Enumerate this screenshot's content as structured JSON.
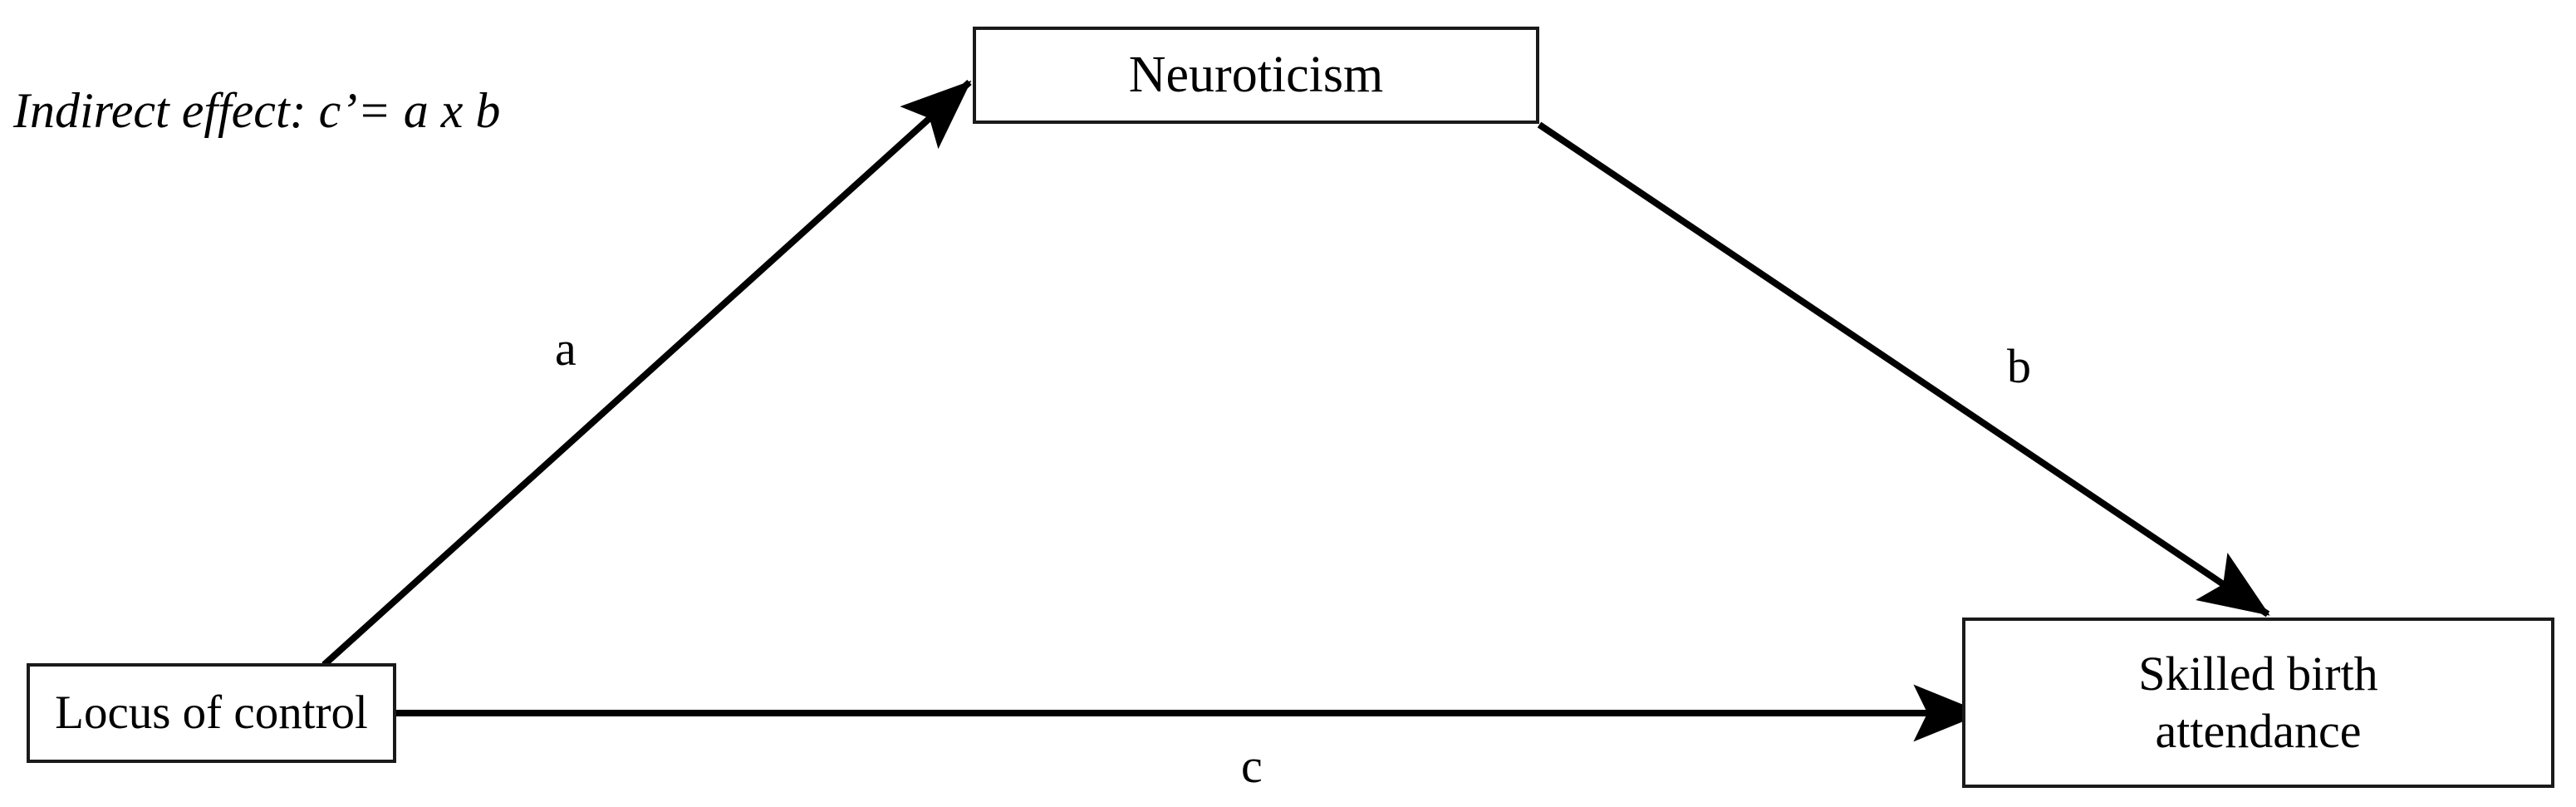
{
  "diagram": {
    "type": "mediation-path-model",
    "title_note": "Indirect effect: c’= a x b",
    "background_color": "#ffffff",
    "stroke_color": "#1a1a1a",
    "nodes": [
      {
        "id": "neuroticism",
        "label": "Neuroticism",
        "role": "mediator"
      },
      {
        "id": "locus",
        "label": "Locus of control",
        "role": "predictor"
      },
      {
        "id": "skilled",
        "label": "Skilled birth\nattendance",
        "role": "outcome"
      }
    ],
    "paths": [
      {
        "id": "a",
        "label": "a",
        "from": "locus",
        "to": "neuroticism"
      },
      {
        "id": "b",
        "label": "b",
        "from": "neuroticism",
        "to": "skilled"
      },
      {
        "id": "c",
        "label": "c",
        "from": "locus",
        "to": "skilled"
      }
    ]
  }
}
